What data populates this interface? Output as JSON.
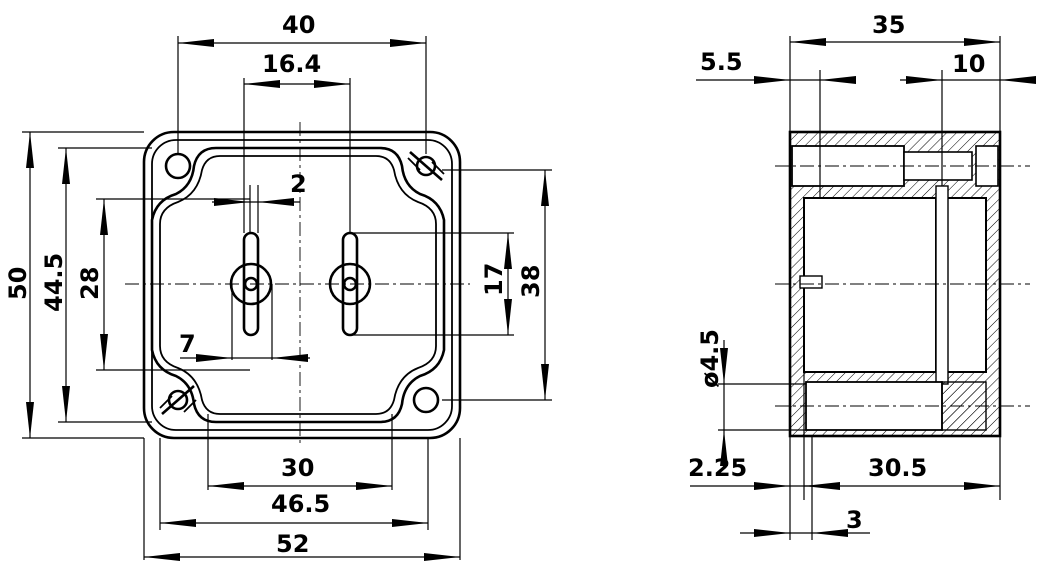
{
  "front_view": {
    "dimensions": {
      "width_40": "40",
      "spacing_16_4": "16.4",
      "slot_2": "2",
      "height_50": "50",
      "height_44_5": "44.5",
      "height_28": "28",
      "offset_7": "7",
      "width_30": "30",
      "width_46_5": "46.5",
      "width_52": "52",
      "slot_17": "17",
      "height_38": "38"
    }
  },
  "side_view": {
    "dimensions": {
      "depth_35": "35",
      "depth_5_5": "5.5",
      "depth_10": "10",
      "hole_dia": "ø4.5",
      "offset_2_25": "2.25",
      "depth_30_5": "30.5",
      "wall_3": "3"
    }
  }
}
